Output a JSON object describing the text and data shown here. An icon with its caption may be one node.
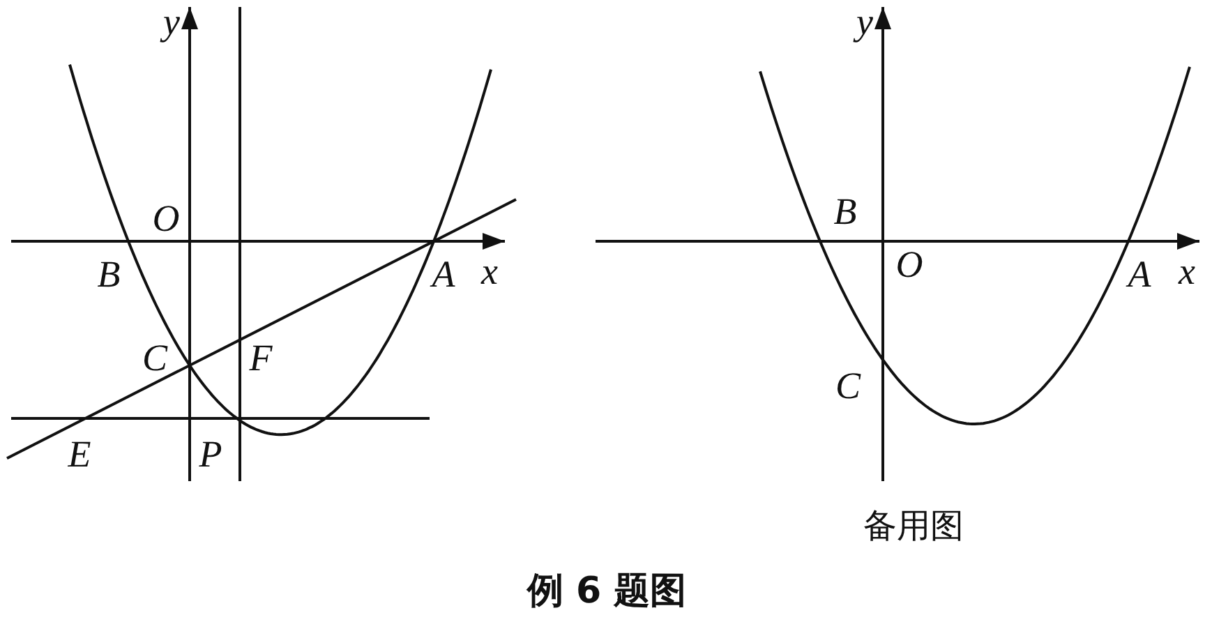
{
  "diagram": {
    "caption": "例 6 题图",
    "labels": [
      "y",
      "O",
      "B",
      "A",
      "x",
      "C",
      "F",
      "E",
      "P",
      "y",
      "B",
      "O",
      "A",
      "x",
      "C",
      "备用图"
    ]
  }
}
